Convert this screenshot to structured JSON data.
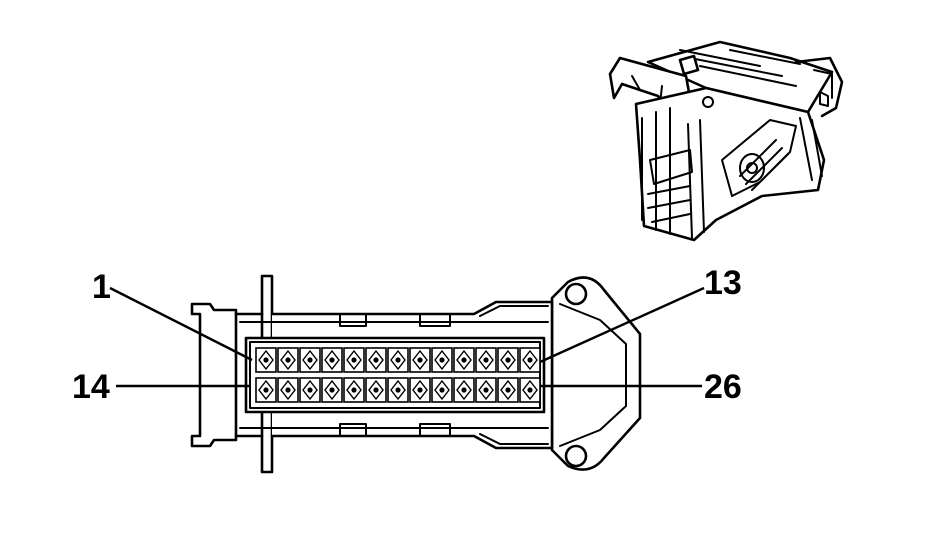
{
  "connector": {
    "rows": 2,
    "pins_per_row": 13
  },
  "labels": {
    "pin_1": "1",
    "pin_13": "13",
    "pin_14": "14",
    "pin_26": "26"
  }
}
